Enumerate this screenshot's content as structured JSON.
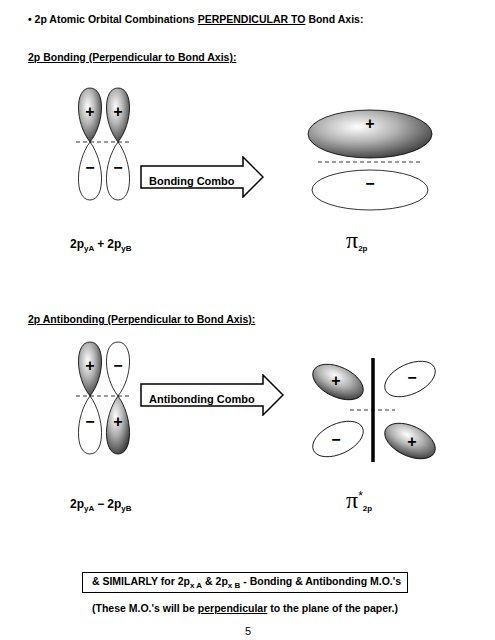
{
  "diagram": {
    "nodes": [
      {
        "text": [
          "Bonding Combo"
        ]
      },
      {
        "text": [
          "Antibonding Combo"
        ]
      },
      {
        "text": [
          "& SIMILARLY for 2p",
          "x A",
          "& 2p",
          "x B",
          "- Bonding & Antibonding M.O.'s"
        ]
      }
    ],
    "labels": [
      "• 2p Atomic Orbital Combinations",
      "PERPENDICULAR TO",
      "Bond Axis:",
      "2p Bonding (Perpendicular to Bond Axis):",
      "+",
      "+",
      "−",
      "−",
      "+",
      "−",
      "2p",
      "yA",
      "+",
      "2p",
      "yB",
      "π",
      "2p",
      "2p Antibonding (Perpendicular to Bond Axis):",
      "+",
      "−",
      "−",
      "+",
      "+",
      "−",
      "−",
      "+",
      "2p",
      "yA",
      "−",
      "2p",
      "yB",
      "π",
      "*",
      "2p",
      "(These M.O.'s will be",
      "perpendicular",
      "to the plane of the paper.)",
      "5"
    ]
  }
}
